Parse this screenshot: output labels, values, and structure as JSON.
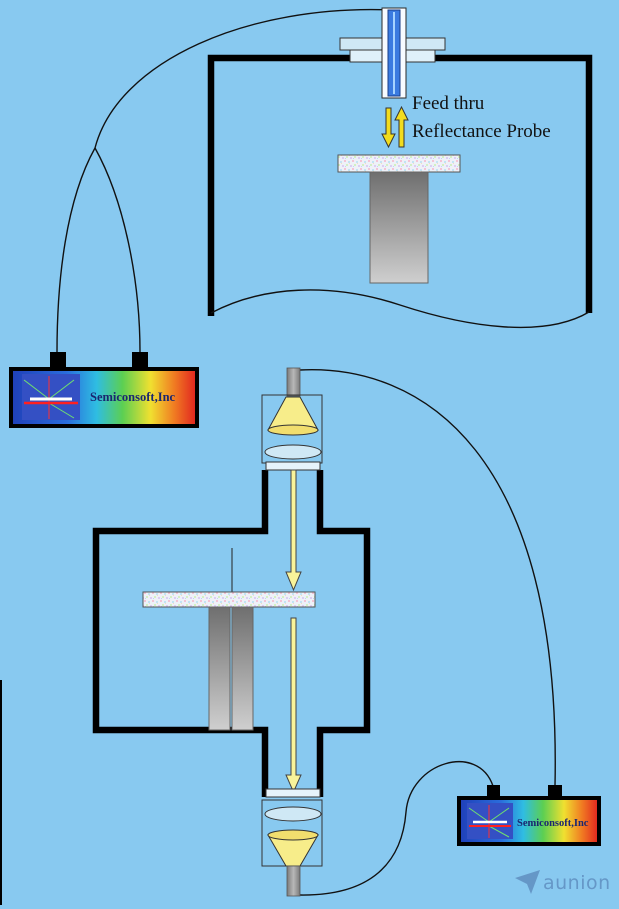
{
  "labels": {
    "feed_thru": "Feed thru",
    "reflectance_probe": "Reflectance Probe"
  },
  "instruments": [
    {
      "brand": "Semiconsoft,Inc"
    },
    {
      "brand": "Semiconsoft,Inc"
    }
  ],
  "watermark": {
    "text": "aunion"
  },
  "icons": {
    "instrument_logo": "reflectance-diagram-icon",
    "watermark_logo": "paper-plane-icon",
    "arrows": "arrow-up-down-icon"
  },
  "colors": {
    "background": "#88c9f0",
    "chamber_wall": "#000000",
    "probe_arrow": "#f2dc1e",
    "beam_arrow": "#f8f39a",
    "cone": "#f7ed8a",
    "brand_text": "#1a2670",
    "watermark": "#5f8fc0",
    "label_text": "#111111"
  }
}
